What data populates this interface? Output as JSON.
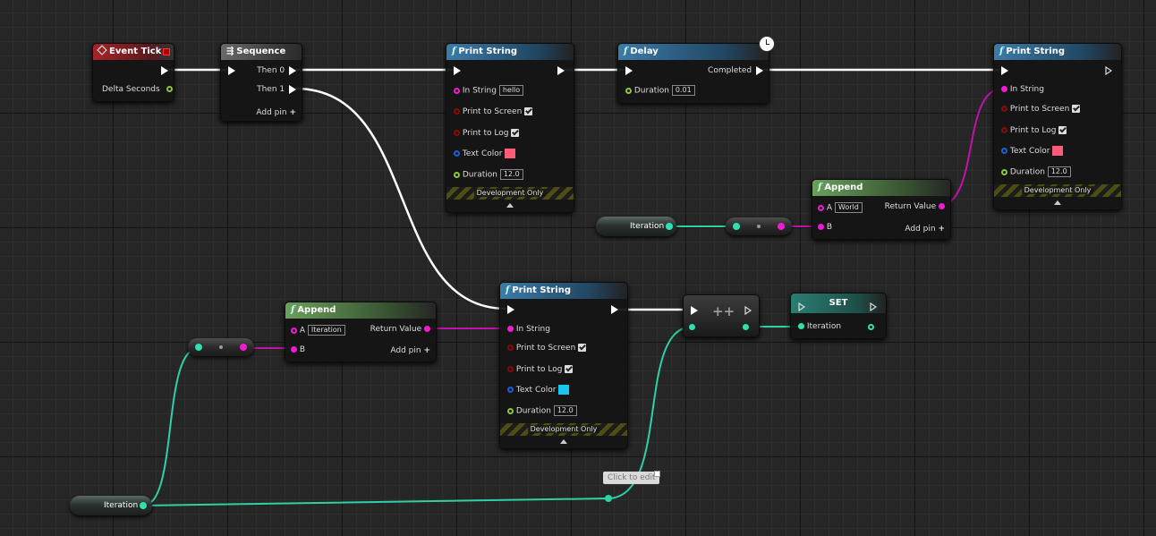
{
  "colors": {
    "exec": "#ffffff",
    "string_pin": "#f01bd2",
    "bool_pin": "#8a0a0a",
    "color_pin": "#1b5fd6",
    "float_pin": "#8dc63f",
    "int_pin": "#2fe0b1",
    "text_color_1": "#ff5a78",
    "text_color_2": "#17c8ef"
  },
  "event_tick": {
    "title": "Event Tick",
    "delta_label": "Delta Seconds"
  },
  "sequence": {
    "title": "Sequence",
    "then0": "Then 0",
    "then1": "Then 1",
    "add_pin": "Add pin"
  },
  "print1": {
    "title": "Print String",
    "in_string": "In String",
    "in_string_value": "hello",
    "print_to_screen": "Print to Screen",
    "print_to_log": "Print to Log",
    "text_color": "Text Color",
    "duration": "Duration",
    "duration_value": "12.0",
    "dev_only": "Development Only"
  },
  "delay": {
    "title": "Delay",
    "completed": "Completed",
    "duration": "Duration",
    "duration_value": "0.01"
  },
  "print2": {
    "title": "Print String",
    "in_string": "In String",
    "print_to_screen": "Print to Screen",
    "print_to_log": "Print to Log",
    "text_color": "Text Color",
    "duration": "Duration",
    "duration_value": "12.0",
    "dev_only": "Development Only"
  },
  "append_top": {
    "title": "Append",
    "a_label": "A",
    "a_value": "World",
    "b_label": "B",
    "return_label": "Return Value",
    "add_pin": "Add pin"
  },
  "append_bottom": {
    "title": "Append",
    "a_label": "A",
    "a_value": "Iteration",
    "b_label": "B",
    "return_label": "Return Value",
    "add_pin": "Add pin"
  },
  "print3": {
    "title": "Print String",
    "in_string": "In String",
    "print_to_screen": "Print to Screen",
    "print_to_log": "Print to Log",
    "text_color": "Text Color",
    "duration": "Duration",
    "duration_value": "12.0",
    "dev_only": "Development Only"
  },
  "increment": {
    "label": "++"
  },
  "set_node": {
    "title": "SET",
    "iteration": "Iteration"
  },
  "var_top": {
    "label": "Iteration"
  },
  "var_bottom": {
    "label": "Iteration"
  },
  "tooltip": {
    "text": "Click to edit"
  }
}
